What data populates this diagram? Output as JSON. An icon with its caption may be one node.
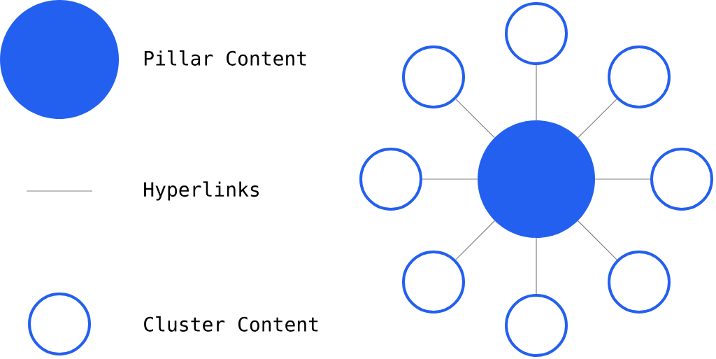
{
  "diagram": {
    "nodes": [
      {
        "text": [],
        "shape": "circle"
      },
      {
        "text": [],
        "shape": "circle"
      },
      {
        "text": [],
        "shape": "circle"
      },
      {
        "text": [],
        "shape": "circle"
      },
      {
        "text": [],
        "shape": "circle"
      },
      {
        "text": [],
        "shape": "circle"
      },
      {
        "text": [],
        "shape": "circle"
      },
      {
        "text": [],
        "shape": "circle"
      },
      {
        "text": [],
        "shape": "circle"
      }
    ],
    "edges": [
      {
        "from": 0,
        "to": 1,
        "arrow": "none"
      },
      {
        "from": 0,
        "to": 2,
        "arrow": "none"
      },
      {
        "from": 0,
        "to": 3,
        "arrow": "none"
      },
      {
        "from": 0,
        "to": 4,
        "arrow": "none"
      },
      {
        "from": 0,
        "to": 5,
        "arrow": "none"
      },
      {
        "from": 0,
        "to": 6,
        "arrow": "none"
      },
      {
        "from": 0,
        "to": 7,
        "arrow": "none"
      },
      {
        "from": 0,
        "to": 8,
        "arrow": "none"
      }
    ],
    "legend": [
      {
        "text": "Pillar Content",
        "color": "#2360ef"
      },
      {
        "text": "Hyperlinks"
      },
      {
        "text": "Cluster Content"
      }
    ]
  }
}
